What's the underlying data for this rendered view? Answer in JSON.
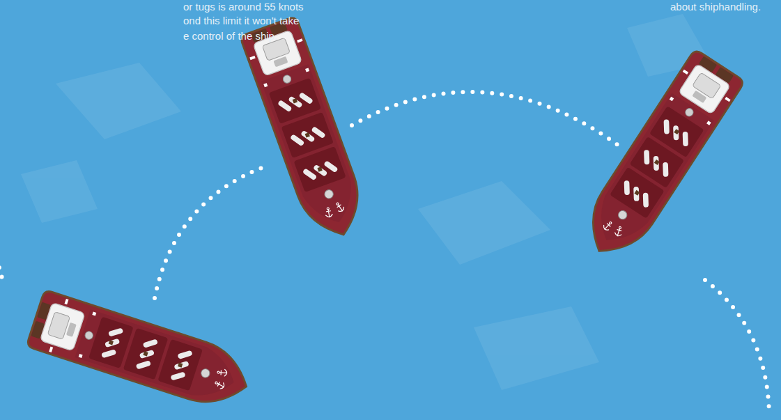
{
  "diagram": {
    "labels": [
      "or tugs is around 55 knots",
      "ond this limit it won't take",
      "e control of the ship.",
      "about shiphandling."
    ]
  }
}
